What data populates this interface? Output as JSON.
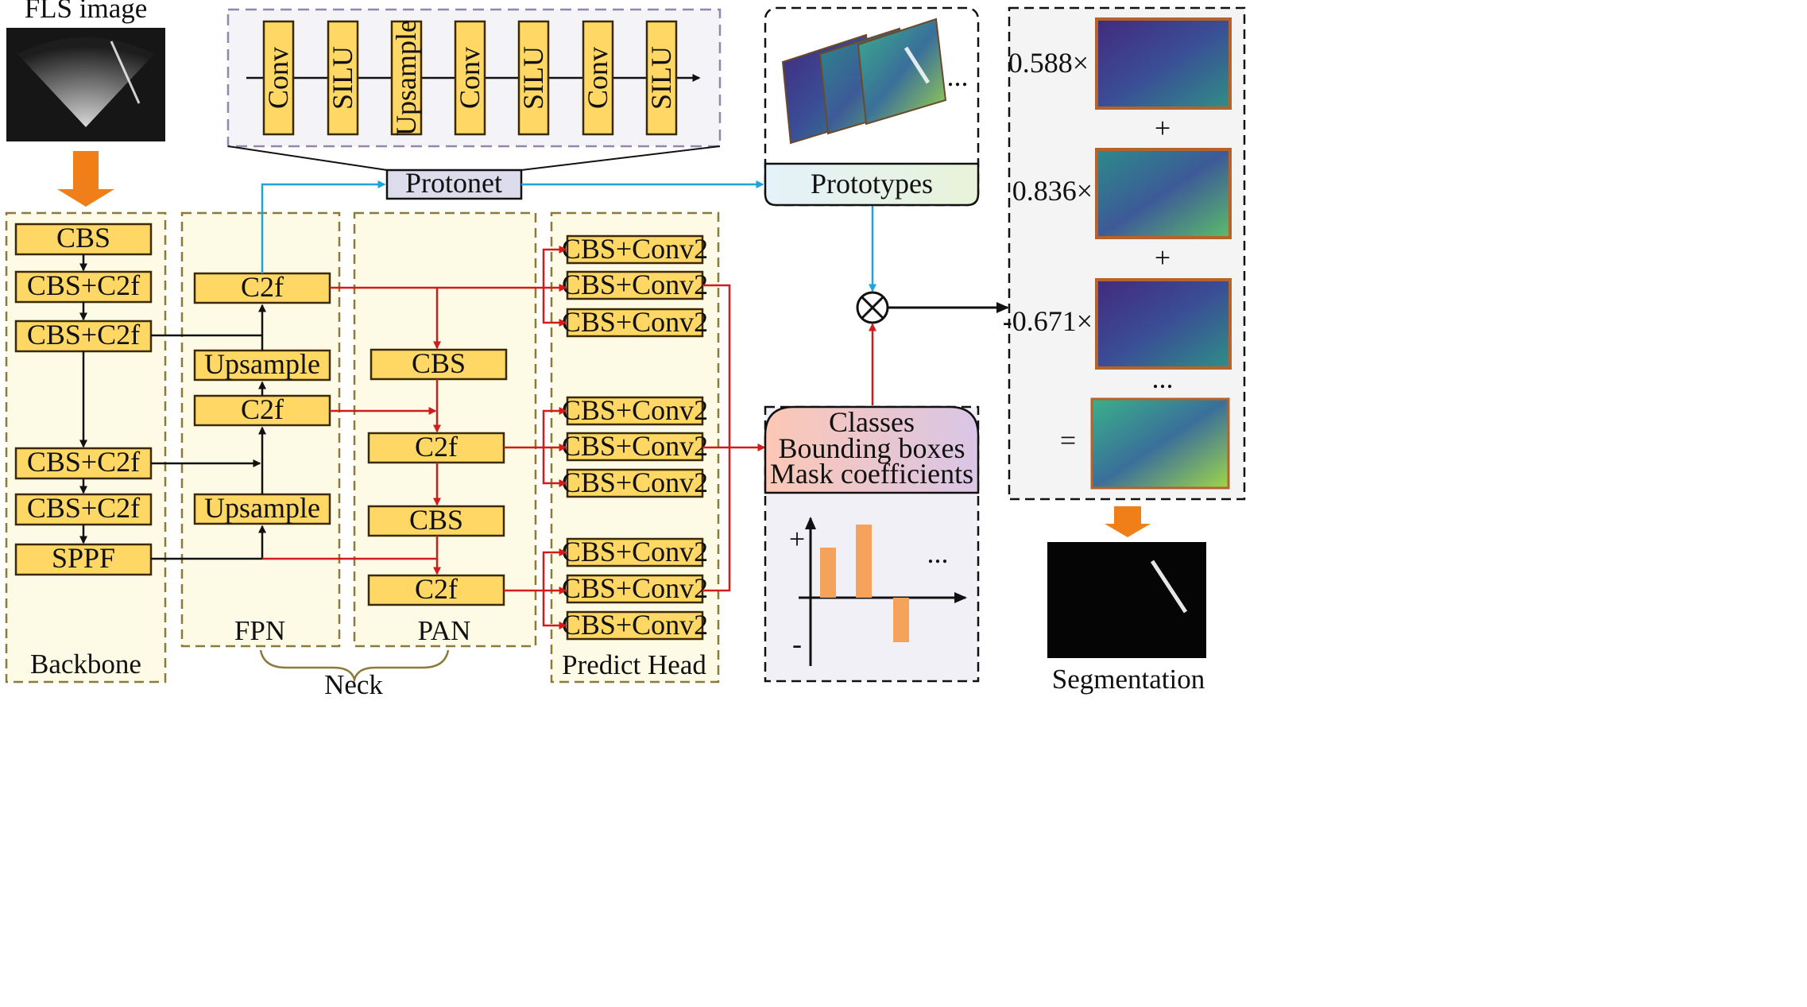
{
  "input": {
    "label": "FLS image"
  },
  "backbone": {
    "title": "Backbone",
    "blocks": [
      "CBS",
      "CBS+C2f",
      "CBS+C2f",
      "CBS+C2f",
      "CBS+C2f",
      "SPPF"
    ]
  },
  "fpn": {
    "title": "FPN",
    "blocks": [
      "C2f",
      "Upsample",
      "C2f",
      "Upsample"
    ]
  },
  "pan": {
    "title": "PAN",
    "blocks": [
      "CBS",
      "C2f",
      "CBS",
      "C2f"
    ]
  },
  "neck": {
    "label": "Neck"
  },
  "head": {
    "title": "Predict Head",
    "blocks": [
      "CBS+Conv2",
      "CBS+Conv2",
      "CBS+Conv2",
      "CBS+Conv2",
      "CBS+Conv2",
      "CBS+Conv2",
      "CBS+Conv2",
      "CBS+Conv2",
      "CBS+Conv2"
    ]
  },
  "protonet": {
    "label": "Protonet",
    "layers": [
      "Conv",
      "SILU",
      "Upsample",
      "Conv",
      "SILU",
      "Conv",
      "SILU"
    ]
  },
  "prototypes": {
    "label": "Prototypes",
    "ellipsis": "..."
  },
  "output_box": {
    "lines": [
      "Classes",
      "Bounding boxes",
      "Mask coefficients"
    ],
    "plus": "+",
    "minus": "-",
    "ellipsis": "..."
  },
  "combination": {
    "coefficients": [
      "0.588×",
      "0.836×",
      "-0.671×"
    ],
    "plus": "+",
    "dots": "...",
    "equals": "="
  },
  "result": {
    "label": "Segmentation"
  },
  "colors": {
    "block_fill": "#fed765",
    "block_stroke": "#3a2a08",
    "group_fill": "#fdfbe5",
    "group_stroke": "#8c7a3a",
    "arrow_black": "#111111",
    "arrow_red": "#d21c1c",
    "arrow_blue": "#1aa6dc",
    "orange": "#f07f1a",
    "protonet_fill": "#dcdcec",
    "protonet_frame": "#9386a8",
    "bar_orange": "#f5a25a"
  }
}
